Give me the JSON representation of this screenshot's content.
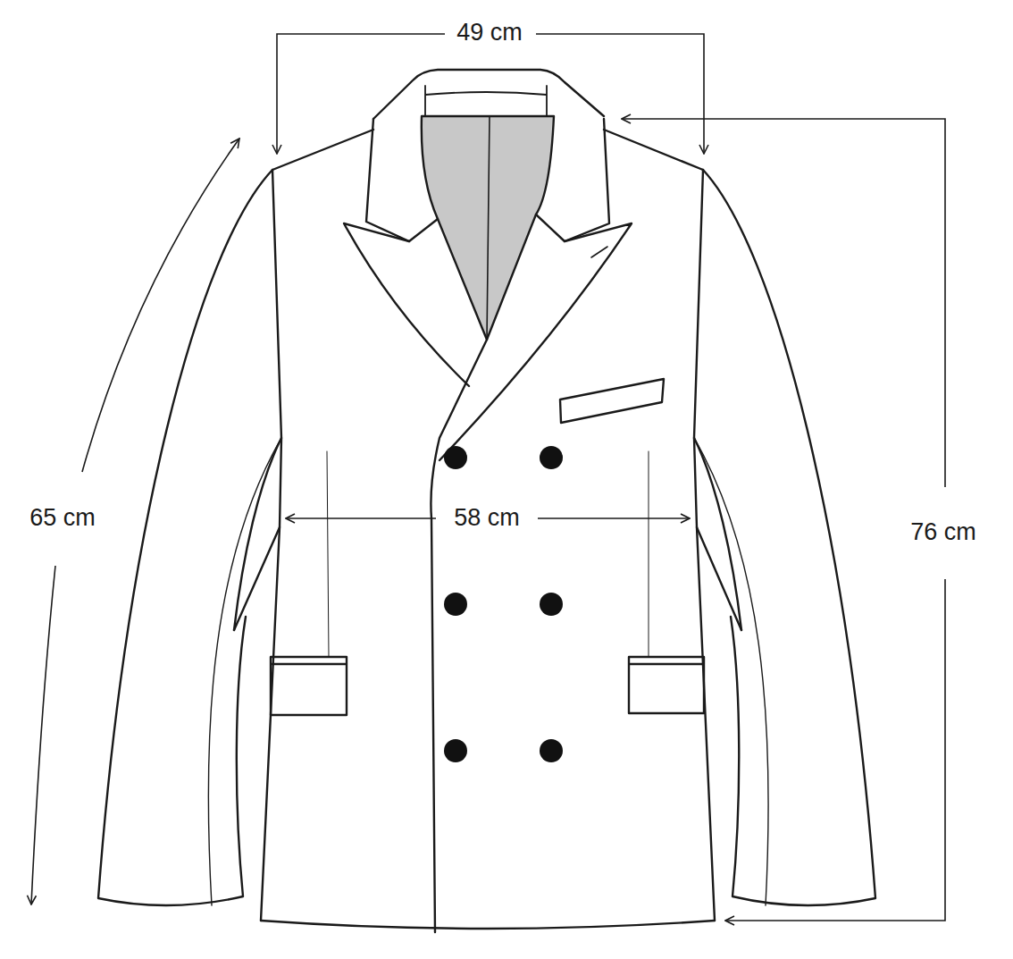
{
  "diagram": {
    "labels": [
      "49 cm",
      "58 cm",
      "65 cm",
      "76 cm"
    ]
  }
}
